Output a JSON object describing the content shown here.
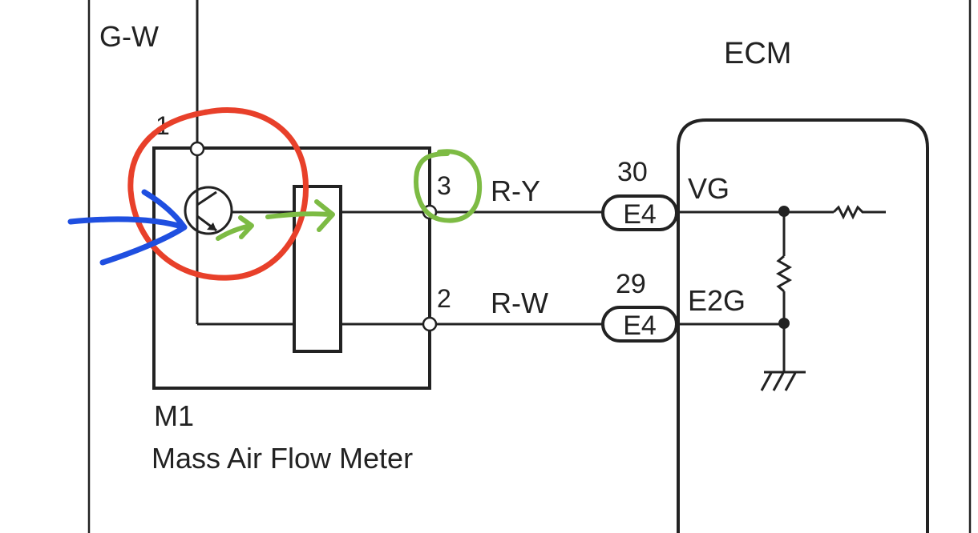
{
  "labels": {
    "power_wire_color": "G-W",
    "ecm_title": "ECM",
    "pin1": "1",
    "pin3": "3",
    "pin2": "2",
    "wire_ry": "R-Y",
    "wire_rw": "R-W",
    "connector1_pin": "30",
    "connector1_code": "E4",
    "connector2_pin": "29",
    "connector2_code": "E4",
    "ecm_vg": "VG",
    "ecm_e2g": "E2G",
    "component_code": "M1",
    "component_name": "Mass Air Flow Meter"
  },
  "annotations": {
    "red_circle_color": "#e8402a",
    "green_mark_color": "#7dbb44",
    "blue_arrow_color": "#1f4fe0"
  }
}
